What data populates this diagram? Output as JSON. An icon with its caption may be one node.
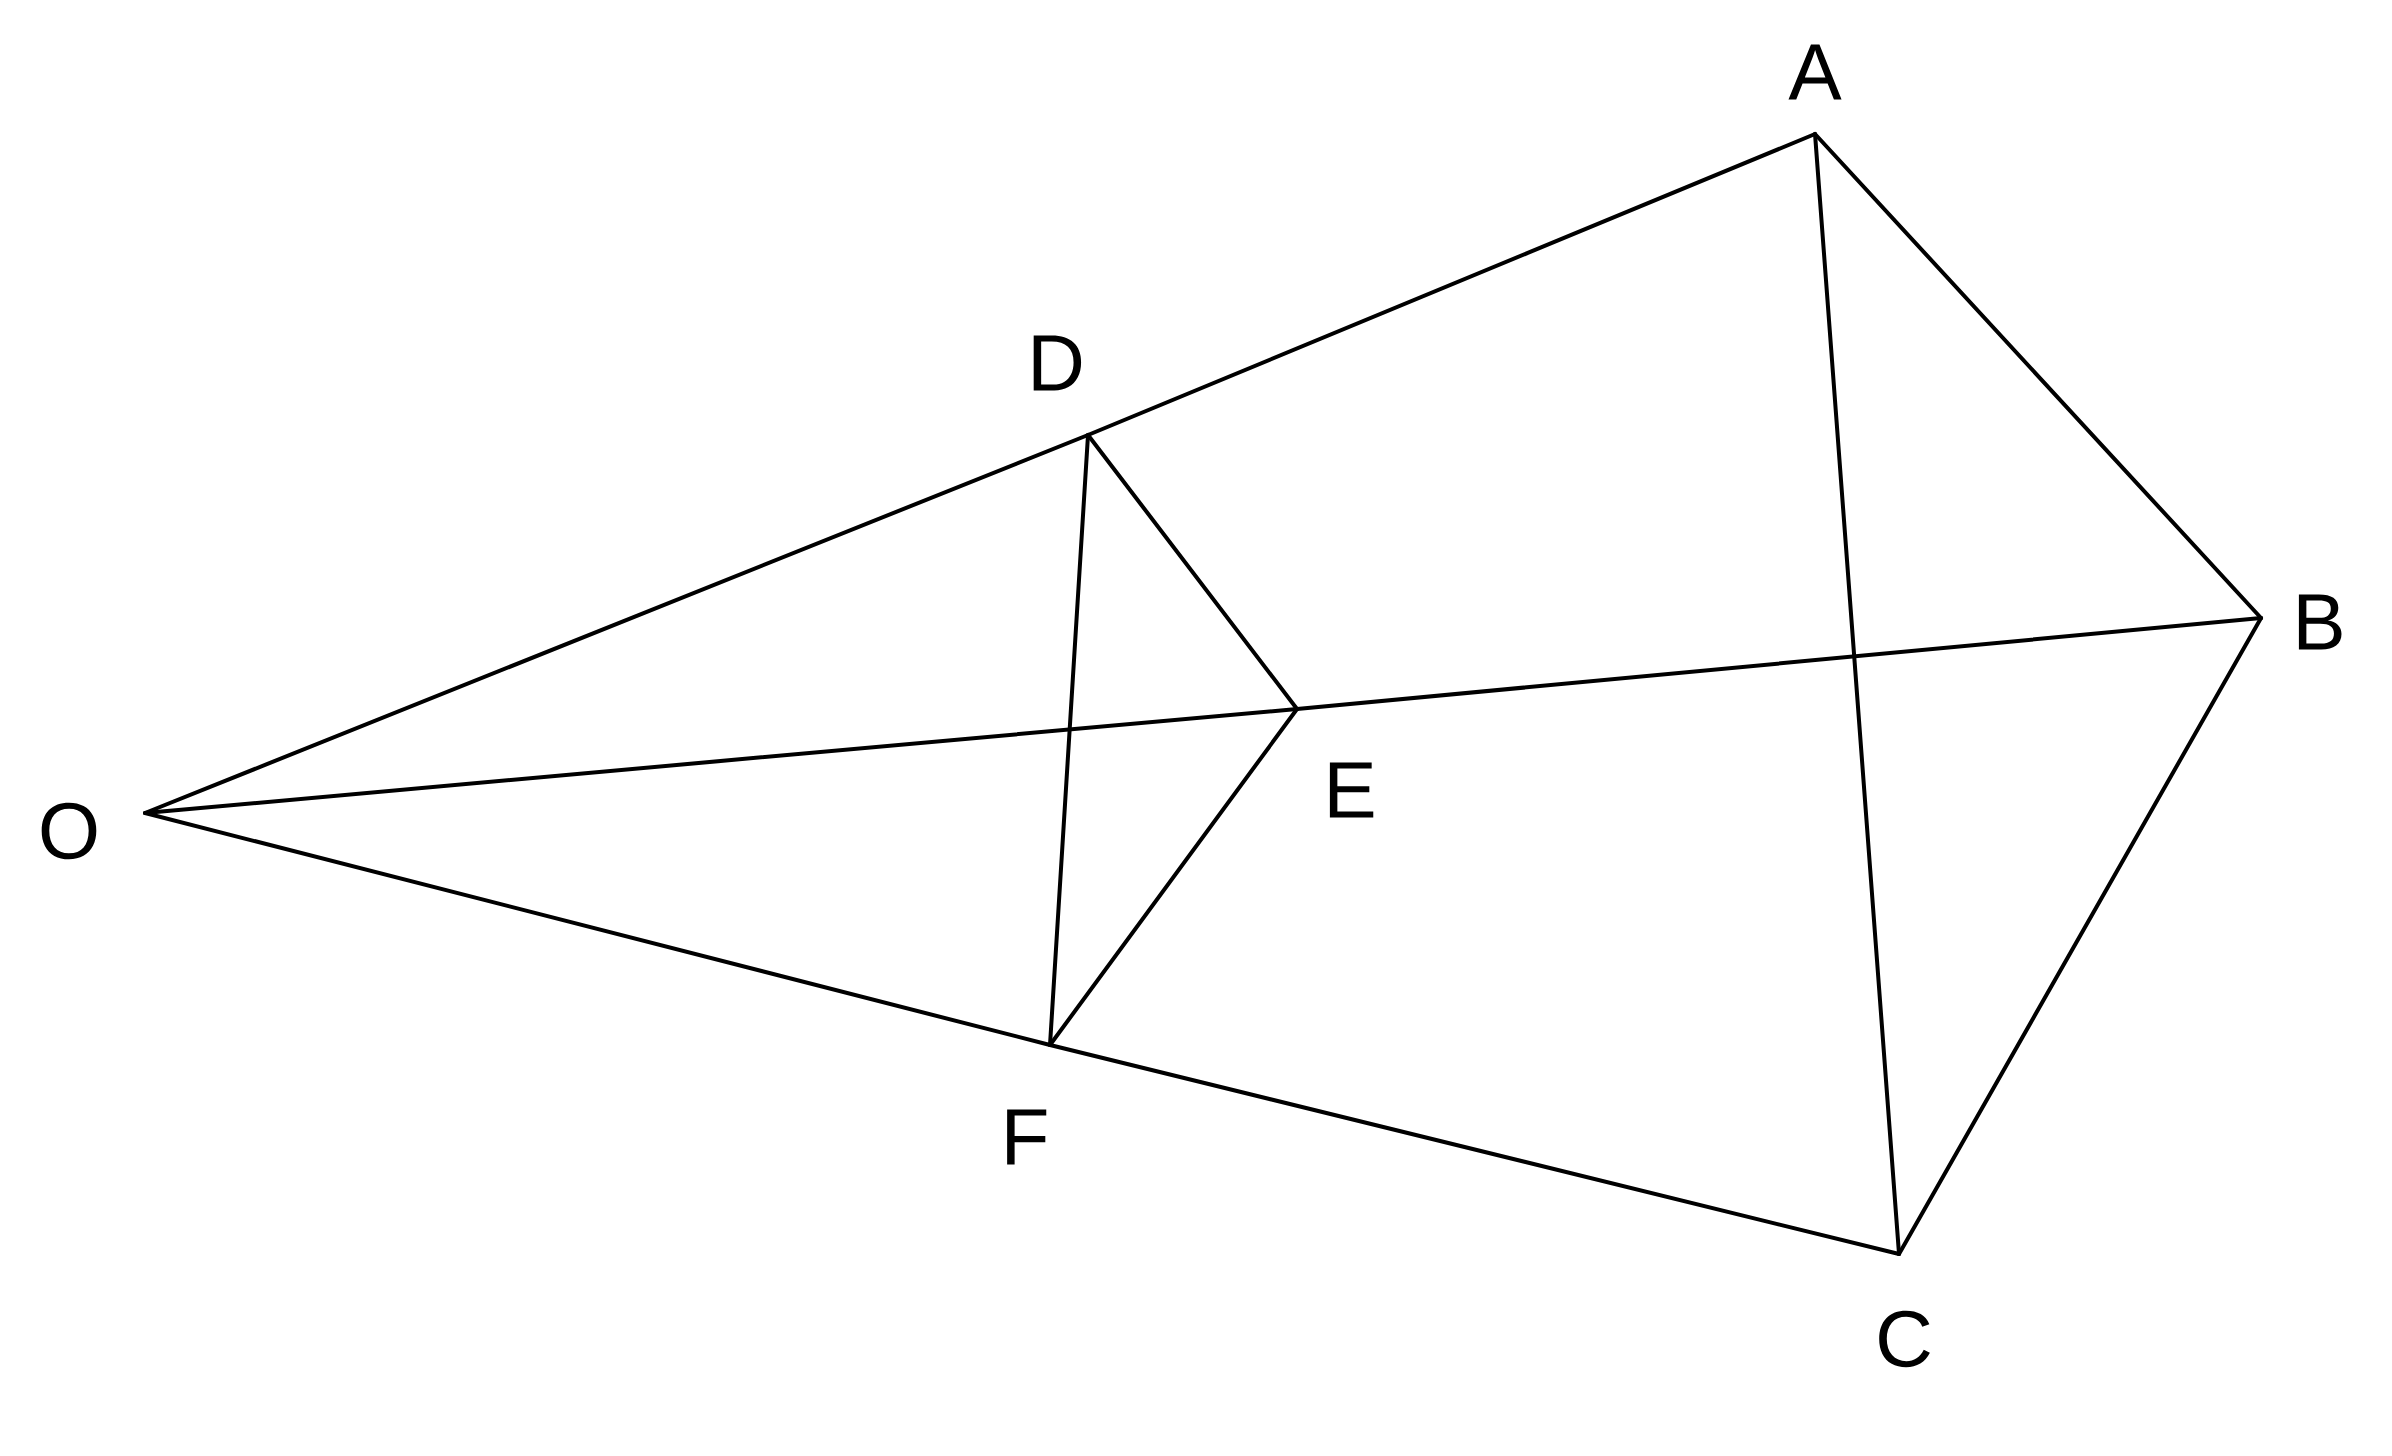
{
  "diagram": {
    "nodes": [
      {
        "text": [
          "O"
        ]
      },
      {
        "text": [
          "A"
        ]
      },
      {
        "text": [
          "B"
        ]
      },
      {
        "text": [
          "C"
        ]
      },
      {
        "text": [
          "D"
        ]
      },
      {
        "text": [
          "E"
        ]
      },
      {
        "text": [
          "F"
        ]
      }
    ],
    "edges": [
      {
        "from": 0,
        "to": 4,
        "arrow": "none"
      },
      {
        "from": 4,
        "to": 1,
        "arrow": "none"
      },
      {
        "from": 0,
        "to": 5,
        "arrow": "none"
      },
      {
        "from": 5,
        "to": 2,
        "arrow": "none"
      },
      {
        "from": 0,
        "to": 6,
        "arrow": "none"
      },
      {
        "from": 6,
        "to": 3,
        "arrow": "none"
      },
      {
        "from": 1,
        "to": 2,
        "arrow": "none"
      },
      {
        "from": 2,
        "to": 3,
        "arrow": "none"
      },
      {
        "from": 1,
        "to": 3,
        "arrow": "none"
      },
      {
        "from": 4,
        "to": 5,
        "arrow": "none"
      },
      {
        "from": 5,
        "to": 6,
        "arrow": "none"
      },
      {
        "from": 4,
        "to": 6,
        "arrow": "none"
      }
    ]
  }
}
